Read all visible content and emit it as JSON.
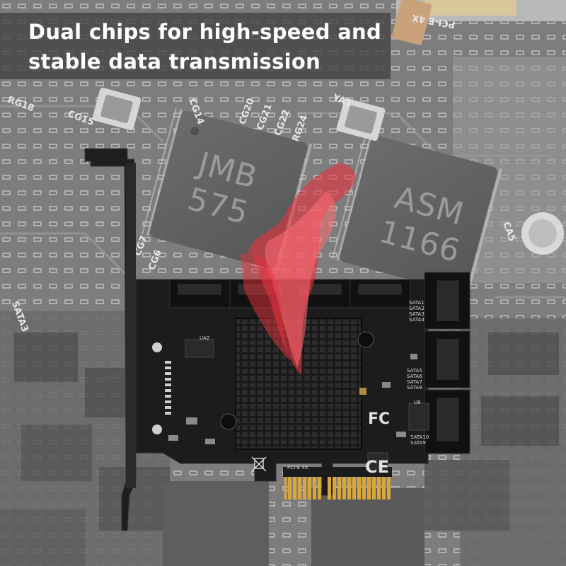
{
  "headline": {
    "line1": "Dual chips for high-speed and",
    "line2": "stable data transmission"
  },
  "background_chips": [
    {
      "line1": "JMB",
      "line2": "575"
    },
    {
      "line1": "ASM",
      "line2": "1166"
    }
  ],
  "background_silkscreen": [
    "RG18",
    "CG15",
    "YA1",
    "CG14",
    "CG20",
    "CG21",
    "CG22",
    "RG24",
    "PCI-E 4X",
    "CG7",
    "CG6",
    "SATA3",
    "CA5"
  ],
  "card_silkscreen": [
    "SATA1",
    "SATA2",
    "SATA3",
    "SATA4",
    "SATA5",
    "SATA6",
    "SATA7",
    "SATA8",
    "SATA9",
    "SATA10",
    "UA2",
    "U8",
    "PCI-E 4X"
  ],
  "logos": [
    "FC",
    "CE"
  ],
  "colors": {
    "arrow": "#e8323c",
    "pcb": "#1c1c1c",
    "overlay": "#464646",
    "gold": "#d9a63a"
  },
  "icons": [
    "arrow-icon",
    "fcc-logo-icon",
    "ce-mark-icon",
    "weee-bin-icon"
  ]
}
